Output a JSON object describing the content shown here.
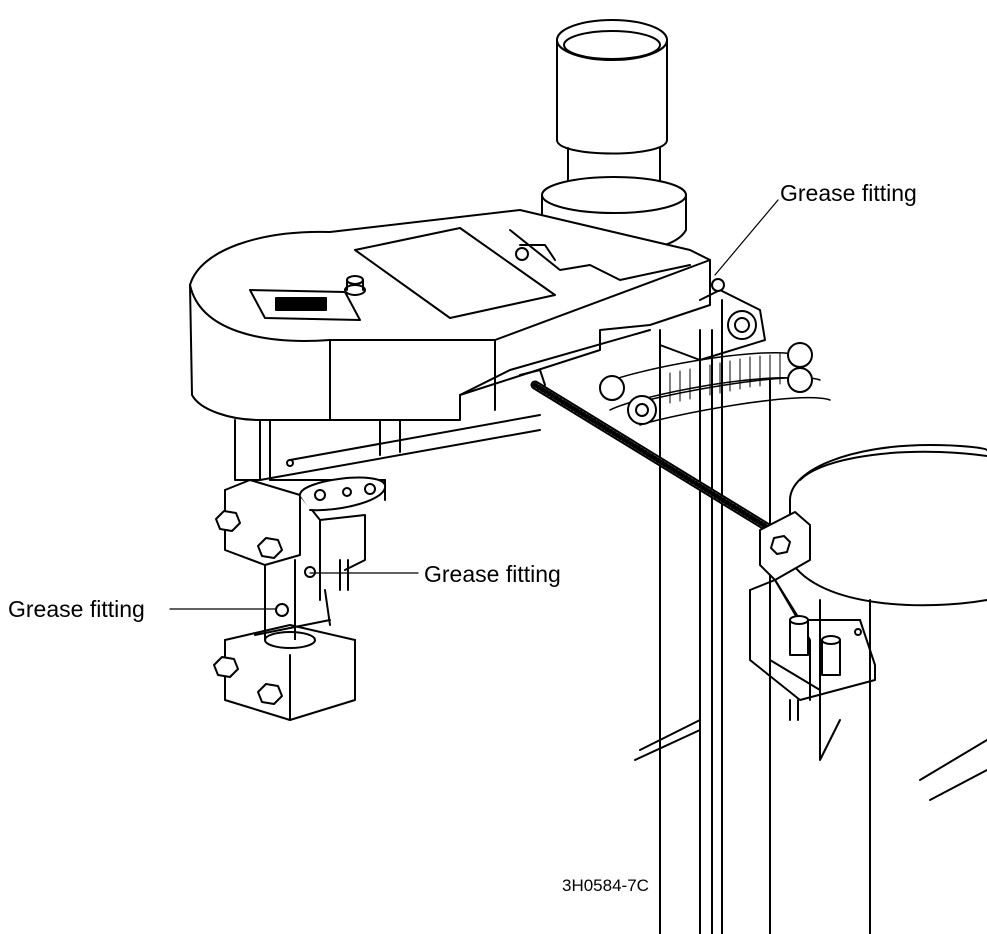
{
  "labels": {
    "top_right": "Grease fitting",
    "middle": "Grease fitting",
    "left": "Grease fitting"
  },
  "figure_code": "3H0584-7C",
  "colors": {
    "ink": "#000000",
    "paper": "#ffffff",
    "shade": "#d8d8d8"
  }
}
